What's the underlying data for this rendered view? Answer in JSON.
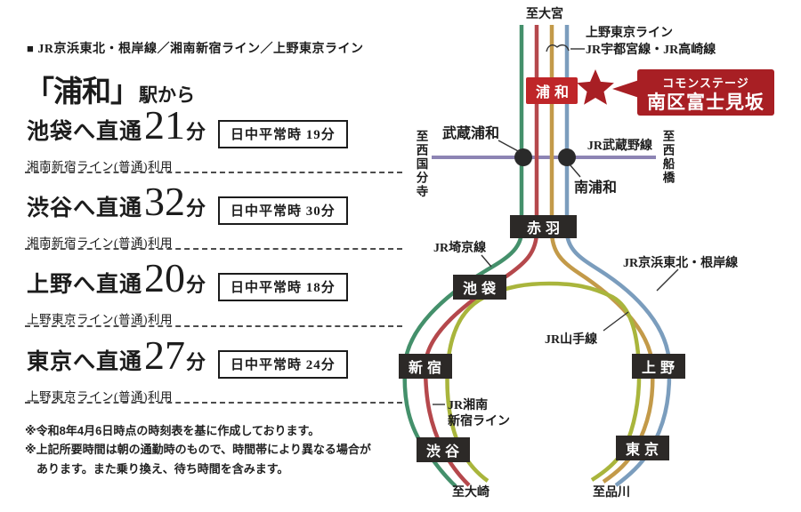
{
  "header": {
    "bullet": "■",
    "text": "JR京浜東北・根岸線／湘南新宿ライン／上野東京ライン"
  },
  "title": {
    "bracketed": "「浦和」",
    "suffix": "駅から"
  },
  "routes": [
    {
      "label": "池袋へ直通",
      "minutes": "21",
      "unit": "分",
      "daytime": "日中平常時 19分",
      "via": "湘南新宿ライン(普通)利用"
    },
    {
      "label": "渋谷へ直通",
      "minutes": "32",
      "unit": "分",
      "daytime": "日中平常時 30分",
      "via": "湘南新宿ライン(普通)利用"
    },
    {
      "label": "上野へ直通",
      "minutes": "20",
      "unit": "分",
      "daytime": "日中平常時 18分",
      "via": "上野東京ライン(普通)利用"
    },
    {
      "label": "東京へ直通",
      "minutes": "27",
      "unit": "分",
      "daytime": "日中平常時 24分",
      "via": "上野東京ライン(普通)利用"
    }
  ],
  "notes": [
    "※令和8年4月6日時点の時刻表を基に作成しております。",
    "※上記所要時間は朝の通勤時のもので、時間帯により異なる場合があります。また乗り換え、待ち時間を含みます。"
  ],
  "diagram": {
    "terminals": {
      "top": "至大宮",
      "left": "至西国分寺",
      "right": "至西船橋",
      "bottom_left": "至大崎",
      "bottom_right": "至品川"
    },
    "line_labels": {
      "ueno_tokyo": "上野東京ライン",
      "utsunomiya_takasaki": "JR宇都宮線・JR高崎線",
      "musashino": "JR武蔵野線",
      "saikyo": "JR埼京線",
      "keihin_tohoku": "JR京浜東北・根岸線",
      "yamanote": "JR山手線",
      "shonan_shinjuku_line1": "JR湘南",
      "shonan_shinjuku_line2": "新宿ライン"
    },
    "stations": {
      "urawa": "浦和",
      "musashi_urawa": "武蔵浦和",
      "minami_urawa": "南浦和",
      "akabane": "赤羽",
      "ikebukuro": "池袋",
      "shinjuku": "新宿",
      "shibuya": "渋谷",
      "ueno": "上野",
      "tokyo": "東京"
    },
    "badge": {
      "line1": "コモンステージ",
      "line2": "南区富士見坂"
    },
    "star_icon": "★",
    "colors": {
      "brand_red": "#a81f24",
      "urawa_box_red": "#bf2629",
      "station_box_black": "#2c2927",
      "line_saikyo_green": "#44906b",
      "line_shonan_red": "#b5484c",
      "line_uenotokyo_gold": "#c39a49",
      "line_keihin_blue": "#7b9dbd",
      "line_yamanote_yellowgreen": "#a9b53c",
      "line_musashino_purple": "#8d84b4"
    }
  }
}
